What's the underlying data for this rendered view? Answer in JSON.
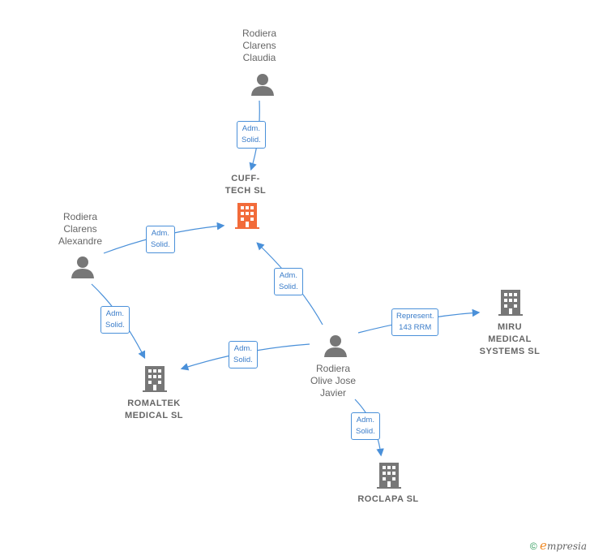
{
  "colors": {
    "edge": "#4a90d9",
    "person": "#777777",
    "company": "#777777",
    "focus_company": "#f26b3a"
  },
  "persons": {
    "claudia": {
      "name": "Rodiera\nClarens\nClaudia"
    },
    "alexandre": {
      "name": "Rodiera\nClarens\nAlexandre"
    },
    "javier": {
      "name": "Rodiera\nOlive Jose\nJavier"
    }
  },
  "companies": {
    "cuff_tech": {
      "name": "CUFF-\nTECH  SL"
    },
    "romaltek": {
      "name": "ROMALTEK\nMEDICAL SL"
    },
    "miru": {
      "name": "MIRU\nMEDICAL\nSYSTEMS  SL"
    },
    "roclapa": {
      "name": "ROCLAPA  SL"
    }
  },
  "relations": {
    "claudia_cuff": "Adm.\nSolid.",
    "alexandre_cuff": "Adm.\nSolid.",
    "alexandre_romaltek": "Adm.\nSolid.",
    "javier_cuff": "Adm.\nSolid.",
    "javier_romaltek": "Adm.\nSolid.",
    "javier_miru": "Represent.\n143 RRM",
    "javier_roclapa": "Adm.\nSolid."
  },
  "brand": {
    "copyright": "©",
    "e": "e",
    "rest": "mpresia"
  }
}
